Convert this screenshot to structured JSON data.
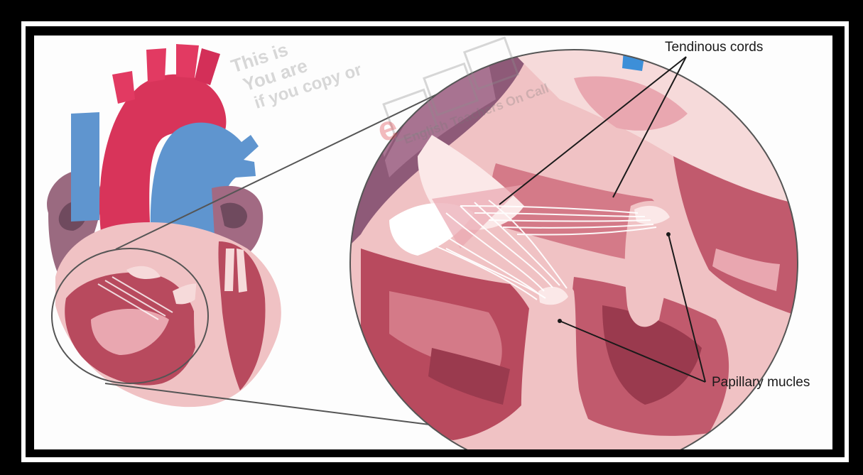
{
  "labels": {
    "tendinous": "Tendinous cords",
    "papillary": "Papillary mucles"
  },
  "watermark": {
    "line1": "This is",
    "line2": "You are",
    "line3": "if you copy or",
    "logo": "e T O C",
    "tagline": "English Teachers On Call"
  },
  "colors": {
    "aorta": "#d8345a",
    "vein": "#5f95cf",
    "muscle": "#b84a5e",
    "tissue": "#f0c2c4",
    "pale": "#f6dada"
  }
}
